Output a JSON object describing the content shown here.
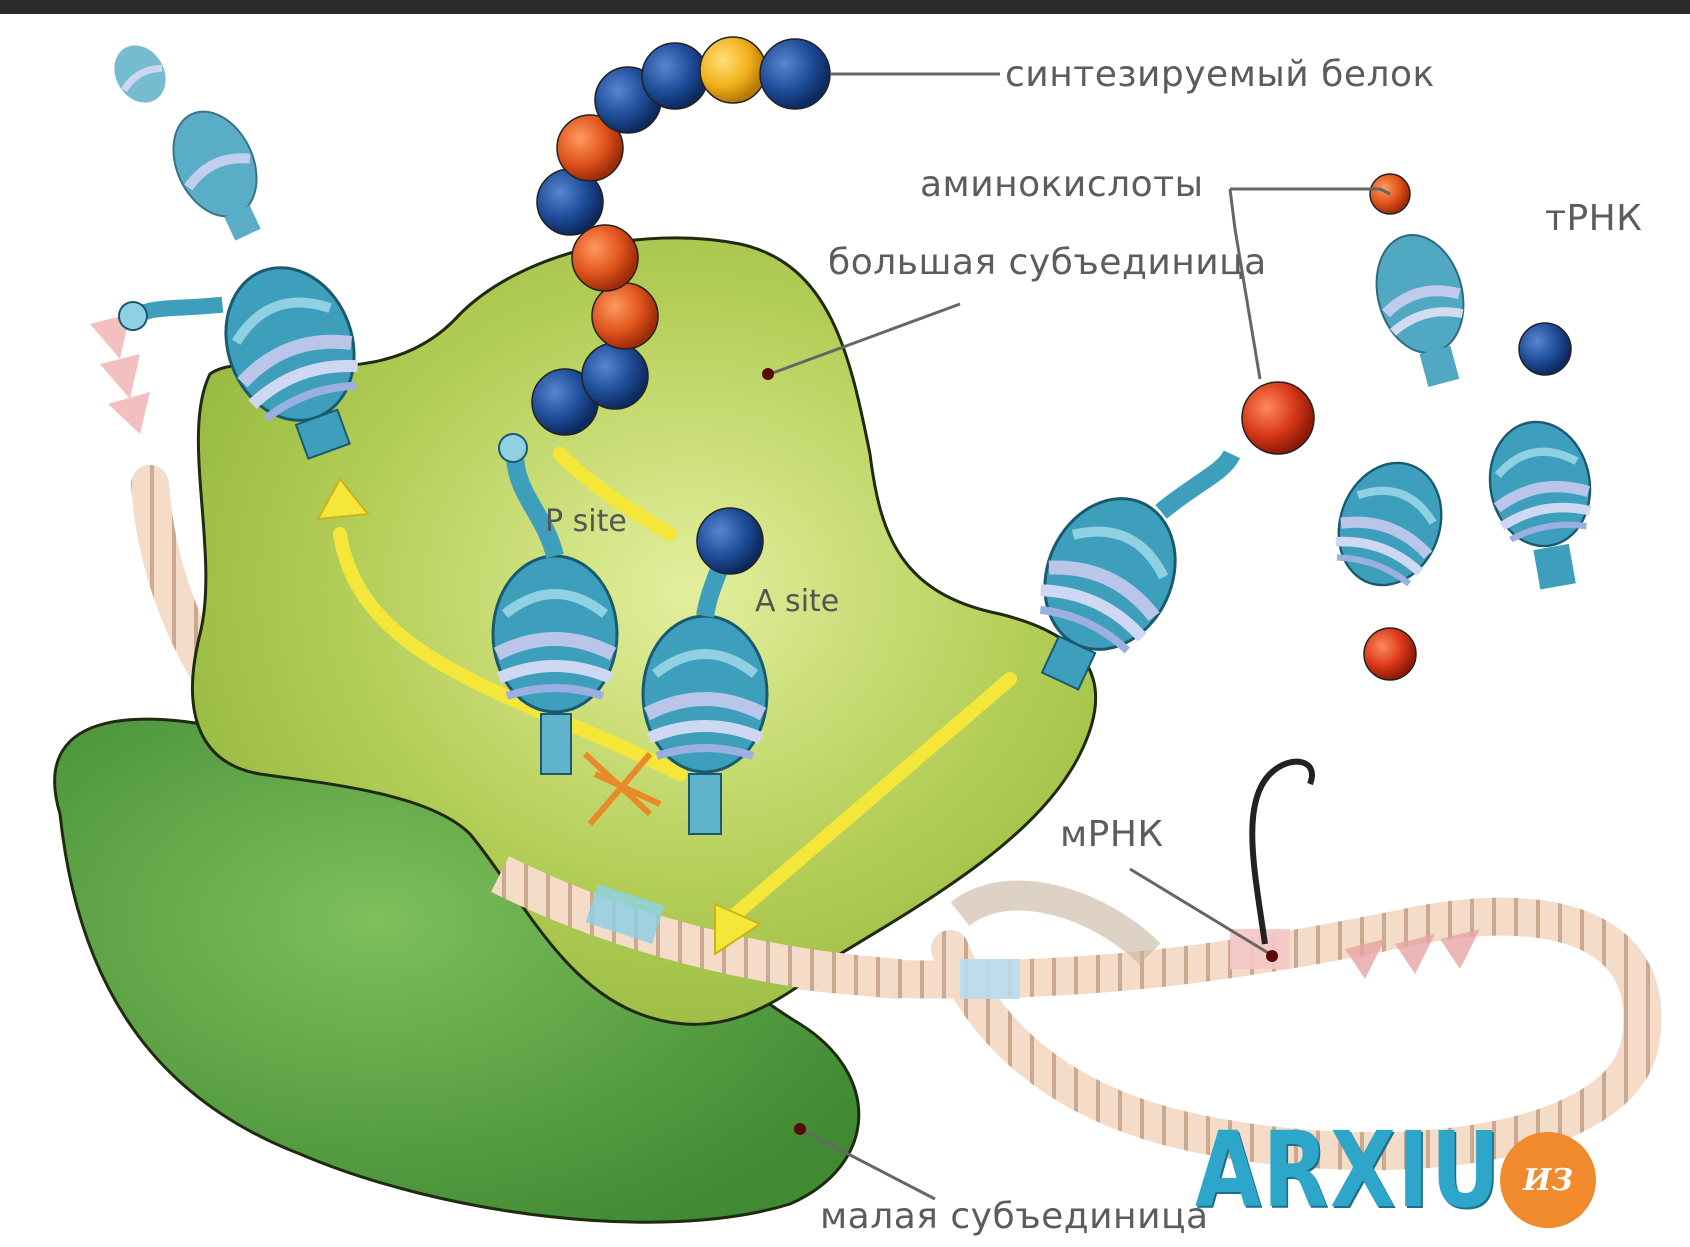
{
  "labels": {
    "protein": "синтезируемый белок",
    "amino_acids": "аминокислоты",
    "large_subunit": "большая субъединица",
    "trna": "тРНК",
    "p_site": "P site",
    "a_site": "A site",
    "mrna": "мРНК",
    "small_subunit": "малая субъединица"
  },
  "watermark": {
    "text": "ARXIU",
    "badge": "ИЗ"
  },
  "colors": {
    "large_subunit": "#a7c84a",
    "small_subunit": "#4f9a3e",
    "trna": "#3e9fbd",
    "amino_blue": "#1f4d99",
    "amino_orange": "#e0541c",
    "amino_yellow": "#f2b11b",
    "arrow": "#f5e63a"
  }
}
